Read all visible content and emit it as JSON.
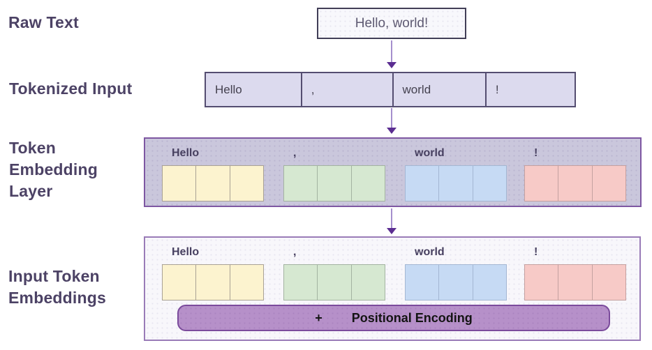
{
  "headings": {
    "raw_text": "Raw Text",
    "tokenized_input": "Tokenized Input",
    "token_embedding_layer": [
      "Token",
      "Embedding",
      "Layer"
    ],
    "input_token_embeddings": [
      "Input Token",
      "Embeddings"
    ]
  },
  "raw_text_box": {
    "text": "Hello, world!"
  },
  "tokens": [
    {
      "name": "hello",
      "text": "Hello",
      "fill": "#fcf3cf",
      "border": "#a9a295"
    },
    {
      "name": "comma",
      "text": ",",
      "fill": "#d6e8d1",
      "border": "#a3b3a1"
    },
    {
      "name": "world",
      "text": "world",
      "fill": "#c6daf4",
      "border": "#a4b7d3"
    },
    {
      "name": "exclamation",
      "text": "!",
      "fill": "#f7cac7",
      "border": "#c4a1a0"
    }
  ],
  "cells_per_token": 3,
  "positional_bar": {
    "plus": "+",
    "label": "Positional Encoding",
    "fill": "#b690c9",
    "border": "#7b4b9c"
  },
  "colors": {
    "heading": "#4c4265",
    "arrow_stem": "#a58fcd",
    "arrow_head": "#5b2d91",
    "embedding_container_fill": "#cac7dc",
    "embedding_container_border": "#7e57a2",
    "input_container_fill": "#f8f7fb",
    "input_container_border": "#997bb7",
    "tokenized_fill": "#dcdaee",
    "tokenized_border": "#544d70",
    "raw_box_fill": "#f8f8fc",
    "raw_box_border": "#413e57",
    "cell_label": "#474060",
    "token_text": "#44414f",
    "raw_text_color": "#5e5a72",
    "positional_text": "#141414"
  }
}
